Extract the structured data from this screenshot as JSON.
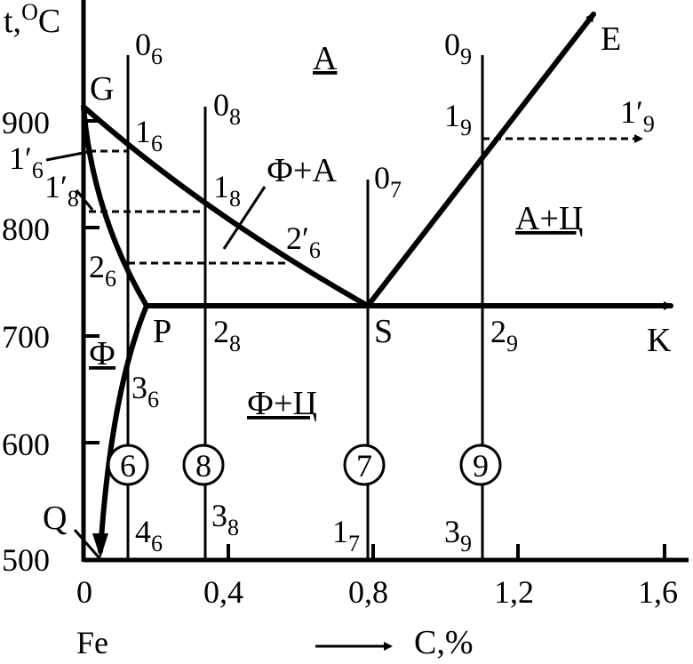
{
  "title": "",
  "axes": {
    "y_label_t": "t,",
    "y_label_o": "O",
    "y_label_c": "C",
    "x_label": "C,%",
    "x_origin_label": "Fe",
    "x_ticks": [
      "0",
      "0,4",
      "0,8",
      "1,2",
      "1,6"
    ],
    "y_ticks": [
      "500",
      "600",
      "700",
      "800",
      "900"
    ]
  },
  "points": {
    "G": "G",
    "P": "P",
    "S": "S",
    "E": "E",
    "K": "K",
    "Q": "Q"
  },
  "regions": {
    "austenite": "A",
    "ferrite_austenite": "Ф+А",
    "austenite_cementite": "А+Ц",
    "ferrite": "Ф",
    "ferrite_cementite": "Ф+Ц"
  },
  "alloy_labels": [
    {
      "main": "0",
      "sub": "6"
    },
    {
      "main": "0",
      "sub": "8"
    },
    {
      "main": "0",
      "sub": "7"
    },
    {
      "main": "0",
      "sub": "9"
    },
    {
      "main": "1",
      "sub": "6"
    },
    {
      "main": "1",
      "sub": "8"
    },
    {
      "main": "1",
      "sub": "9"
    },
    {
      "main": "1′",
      "sub": "6"
    },
    {
      "main": "1′",
      "sub": "8"
    },
    {
      "main": "1′",
      "sub": "9"
    },
    {
      "main": "2",
      "sub": "6"
    },
    {
      "main": "2′",
      "sub": "6"
    },
    {
      "main": "2",
      "sub": "8"
    },
    {
      "main": "2",
      "sub": "9"
    },
    {
      "main": "3",
      "sub": "6"
    },
    {
      "main": "3",
      "sub": "8"
    },
    {
      "main": "3",
      "sub": "9"
    },
    {
      "main": "4",
      "sub": "6"
    },
    {
      "main": "1",
      "sub": "7"
    }
  ],
  "alloy_circles": [
    "6",
    "8",
    "7",
    "9"
  ],
  "arrow": "⟶"
}
